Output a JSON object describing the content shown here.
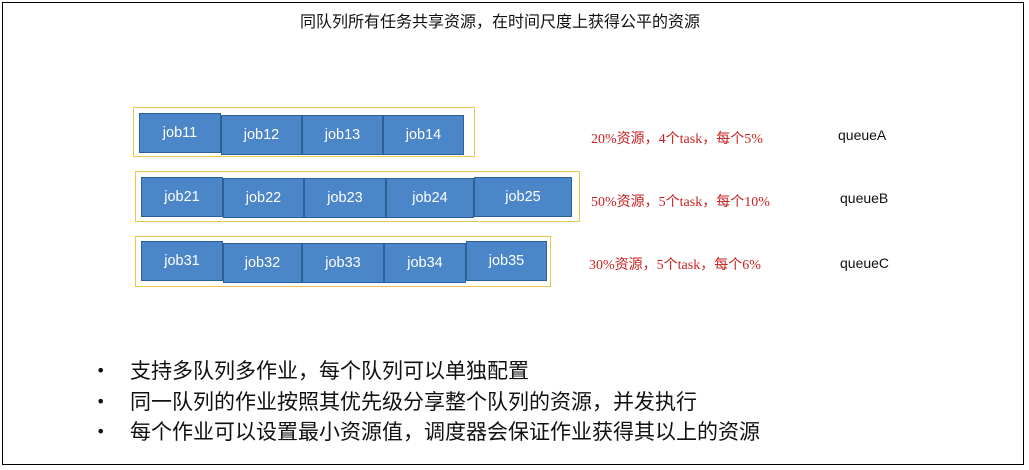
{
  "title": "同队列所有任务共享资源，在时间尺度上获得公平的资源",
  "queues": [
    {
      "name": "queueA",
      "resource_text": "20%资源，4个task，每个5%",
      "jobs": [
        "job11",
        "job12",
        "job13",
        "job14"
      ]
    },
    {
      "name": "queueB",
      "resource_text": "50%资源，5个task，每个10%",
      "jobs": [
        "job21",
        "job22",
        "job23",
        "job24",
        "job25"
      ]
    },
    {
      "name": "queueC",
      "resource_text": "30%资源，5个task，每个6%",
      "jobs": [
        "job31",
        "job32",
        "job33",
        "job34",
        "job35"
      ]
    }
  ],
  "bullet_symbol": "•",
  "bullets": [
    "支持多队列多作业，每个队列可以单独配置",
    "同一队列的作业按照其优先级分享整个队列的资源，并发执行",
    "每个作业可以设置最小资源值，调度器会保证作业获得其以上的资源"
  ],
  "colors": {
    "job_fill": "#4a86c8",
    "queue_border": "#e8c84a",
    "resource_text": "#cc1f1f"
  }
}
